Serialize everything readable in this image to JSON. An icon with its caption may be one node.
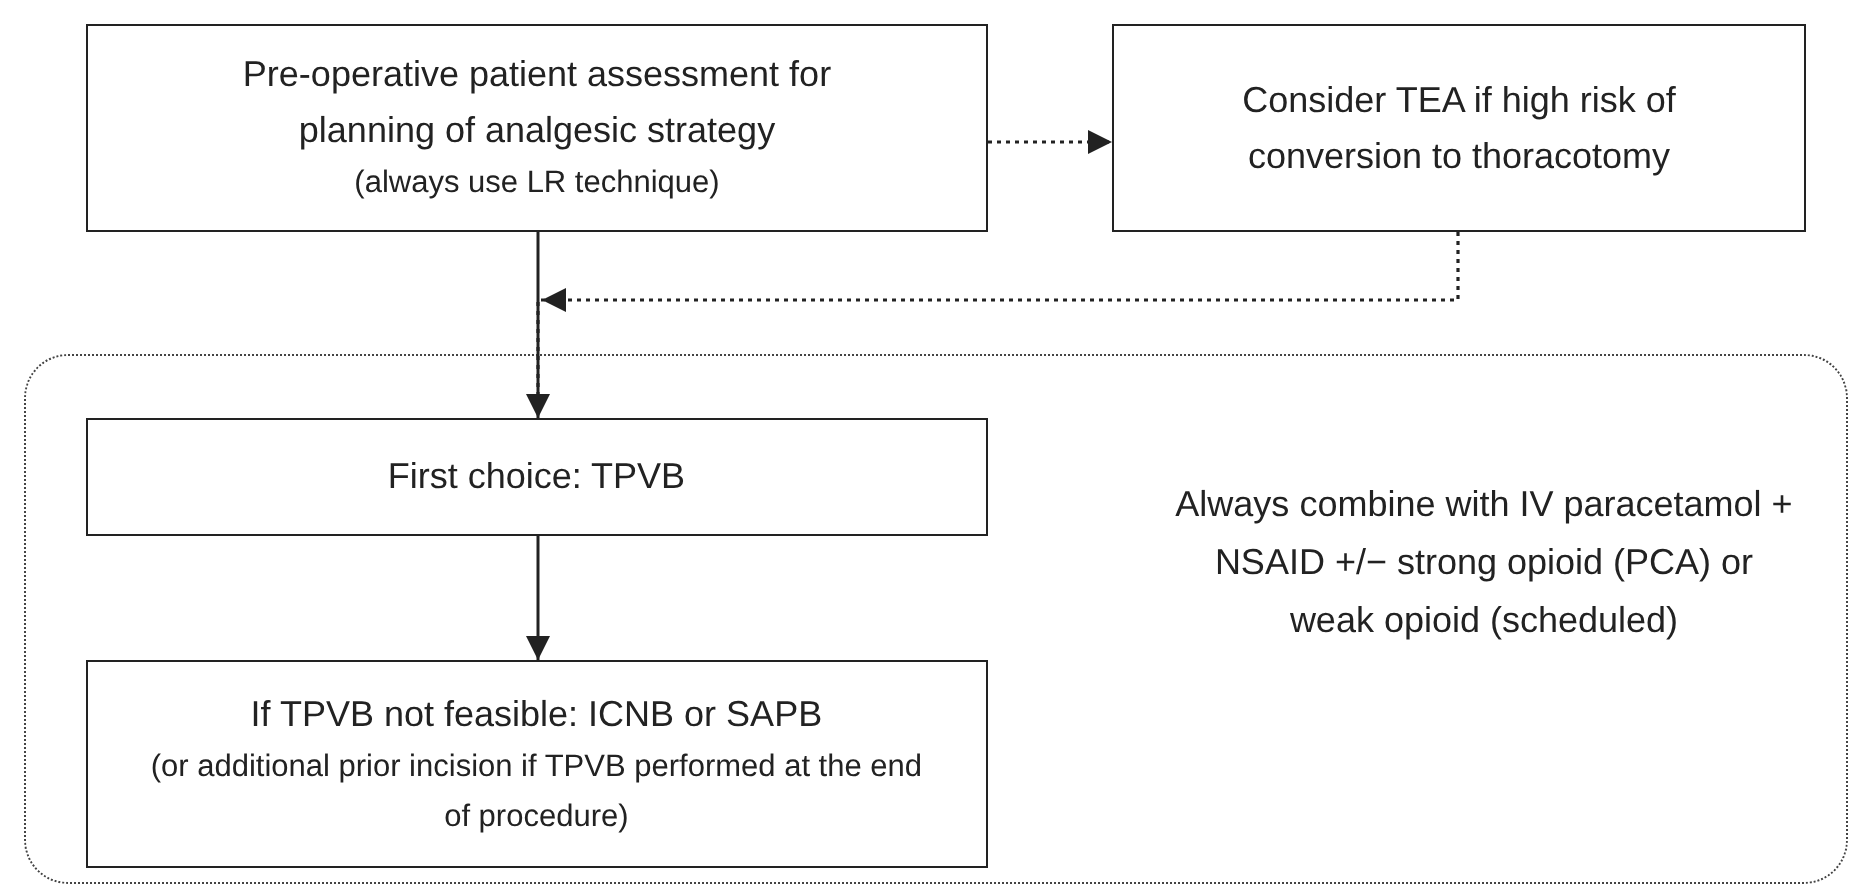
{
  "diagram": {
    "nodes": [
      {
        "text": [
          "Pre-operative patient assessment for planning of analgesic strategy",
          "(always use LR technique)"
        ]
      },
      {
        "text": [
          "Consider TEA if high risk of conversion to thoracotomy"
        ]
      },
      {
        "text": [
          "Always combine with IV paracetamol + NSAID +/− strong opioid (PCA) or weak opioid (scheduled)"
        ]
      },
      {
        "text": [
          "First choice: TPVB"
        ],
        "in": 2
      },
      {
        "text": [
          "If TPVB not feasible: ICNB or SAPB",
          "(or additional prior incision if TPVB performed at the end of procedure)"
        ],
        "in": 2
      }
    ],
    "edges": [
      {
        "from": 0,
        "to": 1,
        "arrow": "to",
        "style": "dashed"
      },
      {
        "from": 1,
        "to": 3,
        "arrow": "to",
        "style": "dashed"
      },
      {
        "from": 0,
        "to": 3,
        "arrow": "to"
      },
      {
        "from": 3,
        "to": 4,
        "arrow": "to"
      }
    ]
  }
}
